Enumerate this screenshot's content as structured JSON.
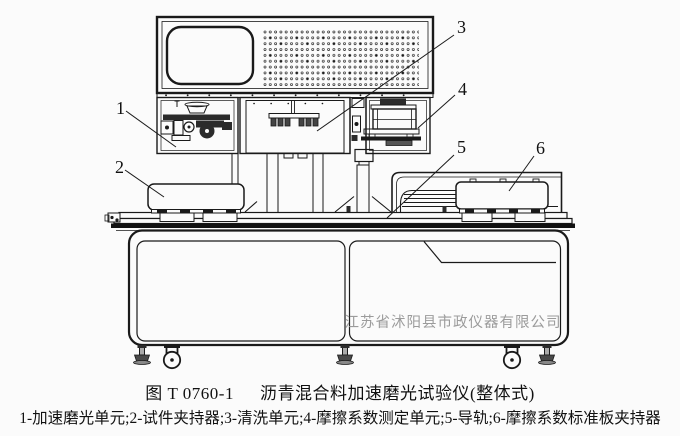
{
  "figure": {
    "number": "图 T 0760-1",
    "title": "沥青混合料加速磨光试验仪(整体式)",
    "legend": "1-加速磨光单元;2-试件夹持器;3-清洗单元;4-摩擦系数测定单元;5-导轨;6-摩擦系数标准板夹持器",
    "watermark": "江苏省沭阳县市政仪器有限公司"
  },
  "callouts": [
    {
      "number": "1",
      "part": "加速磨光单元"
    },
    {
      "number": "2",
      "part": "试件夹持器"
    },
    {
      "number": "3",
      "part": "清洗单元"
    },
    {
      "number": "4",
      "part": "摩擦系数测定单元"
    },
    {
      "number": "5",
      "part": "导轨"
    },
    {
      "number": "6",
      "part": "摩擦系数标准板夹持器"
    }
  ],
  "colors": {
    "line": "#1a1a1a",
    "background": "#fbfbfb",
    "dark_fill": "#2b2b2b",
    "watermark": "#9b9b9b"
  }
}
